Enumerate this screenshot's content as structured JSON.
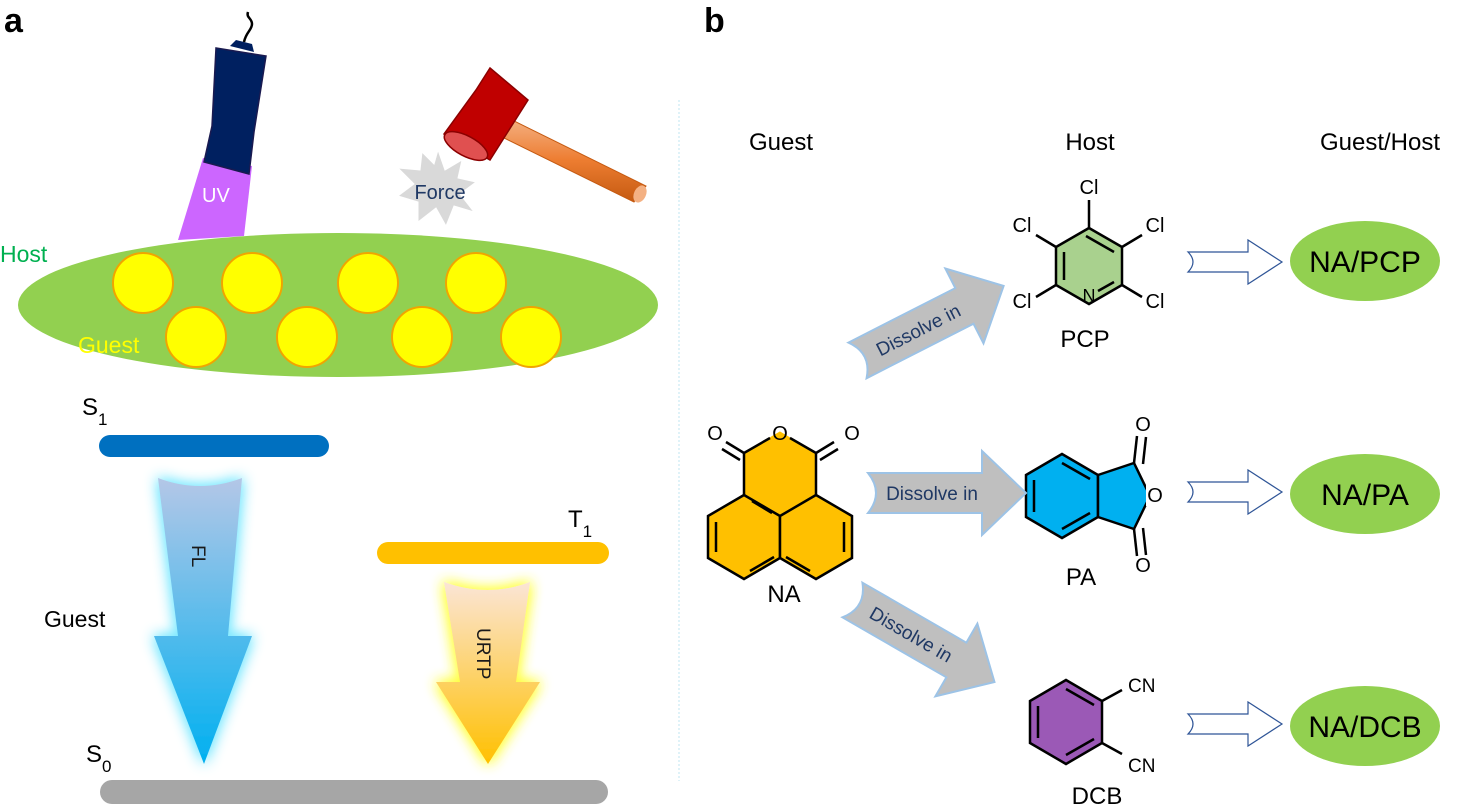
{
  "panel_a": {
    "letter": "a",
    "uv_label": "UV",
    "force_label": "Force",
    "host_label": "Host",
    "guest_label": "Guest",
    "s1_label": "S",
    "s1_sub": "1",
    "t1_label": "T",
    "t1_sub": "1",
    "s0_label": "S",
    "s0_sub": "0",
    "fl_label": "FL",
    "urtp_label": "URTP",
    "guest_side_label": "Guest"
  },
  "panel_b": {
    "letter": "b",
    "col_guest": "Guest",
    "col_host": "Host",
    "col_result": "Guest/Host",
    "dissolve_label": "Dissolve in",
    "na_name": "NA",
    "pcp_name": "PCP",
    "pa_name": "PA",
    "dcb_name": "DCB",
    "atom_cl": "Cl",
    "atom_n": "N",
    "atom_o": "O",
    "group_cn": "CN",
    "results": [
      "NA/PCP",
      "NA/PA",
      "NA/DCB"
    ]
  },
  "colors": {
    "host_green": "#92d050",
    "guest_yellow": "#ffff00",
    "s1_blue": "#0070c0",
    "t1_orange": "#ffc000",
    "s0_gray": "#a6a6a6",
    "uv_purple": "#cc66ff",
    "flashlight_navy": "#002060",
    "hammer_red": "#c00000",
    "hammer_handle": "#ed7d31",
    "pcp_ring": "#a9d18e",
    "pa_ring": "#00b0f0",
    "dcb_ring": "#9b59b6",
    "na_ring": "#ffc000"
  }
}
